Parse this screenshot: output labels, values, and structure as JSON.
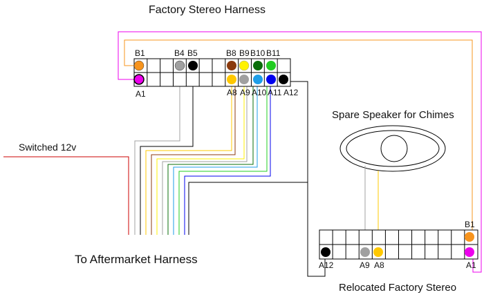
{
  "titles": {
    "factory_harness": "Factory Stereo Harness",
    "aftermarket": "To Aftermarket Harness",
    "switched": "Switched 12v",
    "chime_speaker": "Spare Speaker for Chimes",
    "relocated": "Relocated Factory Stereo"
  },
  "factory_pins_top": [
    "B1",
    "B4",
    "B5",
    "B8",
    "B9",
    "B10",
    "B11"
  ],
  "factory_pins_bottom": [
    "A1",
    "A8",
    "A9",
    "A10",
    "A11",
    "A12"
  ],
  "relocated_pins_top": [
    "B1"
  ],
  "relocated_pins_bottom": [
    "A12",
    "A9",
    "A8",
    "A1"
  ],
  "colors": {
    "orange": "#f7941d",
    "magenta": "#ec00ec",
    "gray": "#a0a0a0",
    "black": "#000000",
    "brown": "#8b3a0e",
    "yellow": "#fff200",
    "dark_green": "#0a6e0a",
    "green": "#22cc22",
    "gold": "#ffc800",
    "light_blue": "#1e9ee8",
    "blue": "#0000ee",
    "red": "#cc0000"
  }
}
